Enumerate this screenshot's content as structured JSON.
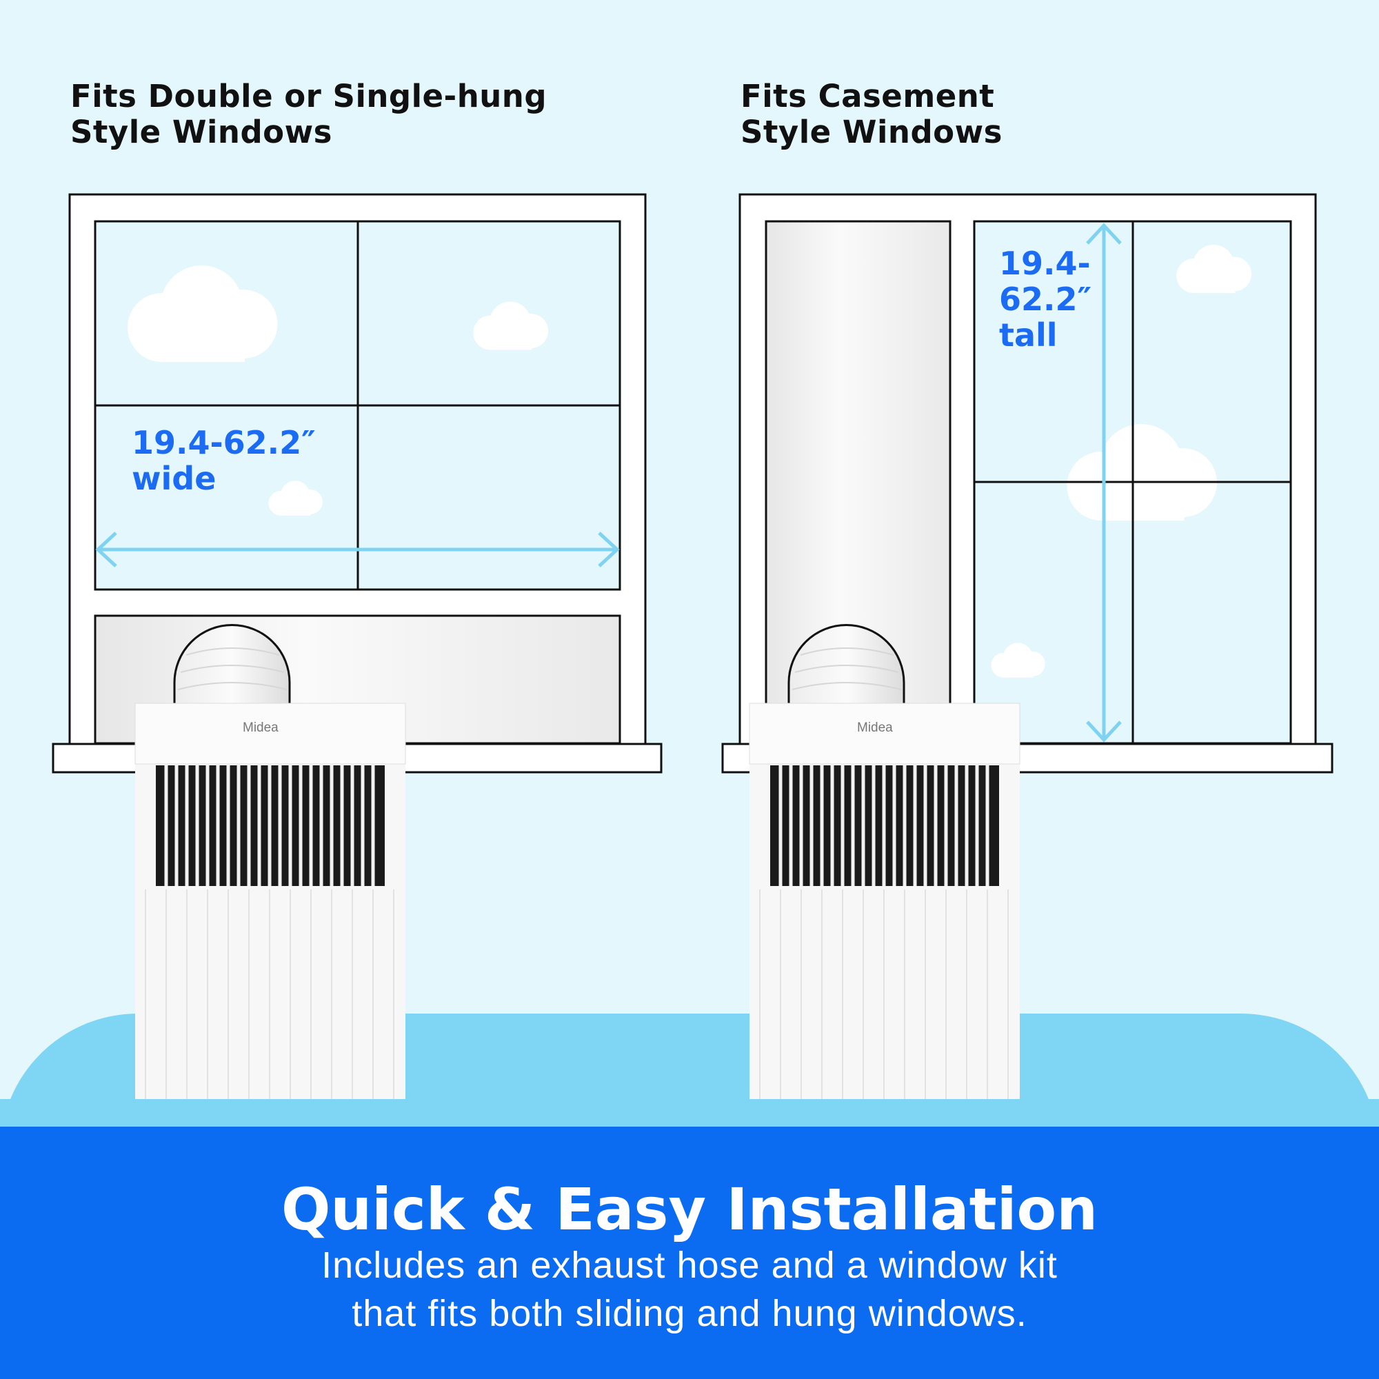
{
  "left_panel": {
    "title": "Fits Double or Single-hung\nStyle Windows",
    "dimension": "19.4-62.2″\nwide"
  },
  "right_panel": {
    "title": "Fits Casement\nStyle Windows",
    "dimension": "19.4-\n62.2″\ntall"
  },
  "product": {
    "brand": "Midea"
  },
  "footer": {
    "heading": "Quick & Easy Installation",
    "subtext": "Includes an exhaust hose and a window kit\nthat fits both sliding and hung windows."
  },
  "colors": {
    "background": "#e3f7fc",
    "accent_blue": "#0c6cf1",
    "dimension_text": "#1b6cf2",
    "arrow": "#7fd3f0"
  }
}
